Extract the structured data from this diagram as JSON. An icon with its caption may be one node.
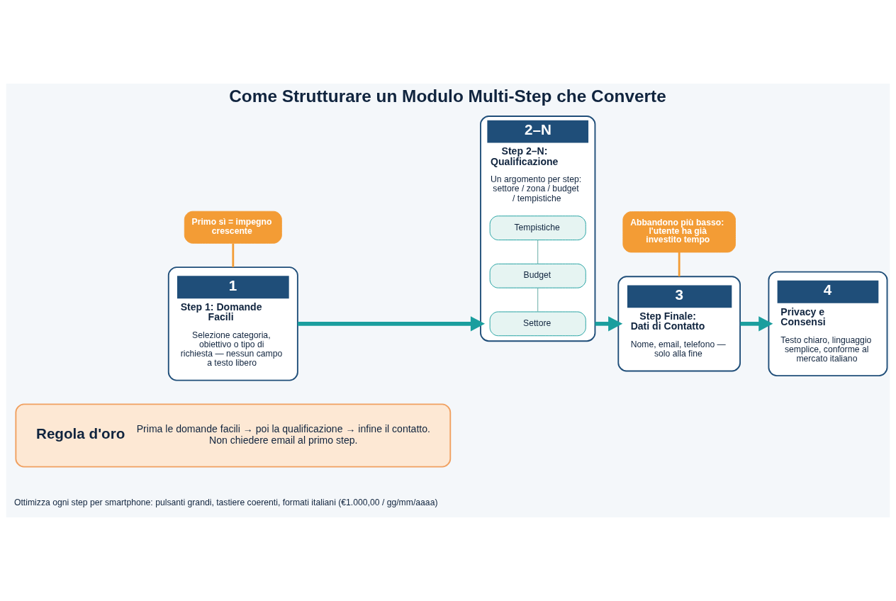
{
  "diagram": {
    "title": "Come Strutturare un Modulo Multi-Step che Converte",
    "caption": "Ottimizza ogni step per smartphone: pulsanti grandi, tastiere coerenti, formati italiani (€1.000,00 / gg/mm/aaaa)",
    "nodes": [
      {
        "text": [
          "1",
          "Step 1: Domande Facili",
          "Selezione categoria, obiettivo o tipo di richiesta — nessun campo a testo libero"
        ]
      },
      {
        "text": [
          "Primo sì = impegno crescente"
        ]
      },
      {
        "text": [
          "2–N",
          "Step 2–N: Qualificazione",
          "Un argomento per step: settore / zona / budget / tempistiche"
        ]
      },
      {
        "text": [
          "Settore"
        ],
        "in": 2
      },
      {
        "text": [
          "Budget"
        ],
        "in": 2
      },
      {
        "text": [
          "Tempistiche"
        ],
        "in": 2
      },
      {
        "text": [
          "3",
          "Step Finale: Dati di Contatto",
          "Nome, email, telefono — solo alla fine"
        ]
      },
      {
        "text": [
          "Abbandono più basso: l'utente ha già investito tempo"
        ]
      },
      {
        "text": [
          "4",
          "Privacy e Consensi",
          "Testo chiaro, linguaggio semplice, conforme al mercato italiano"
        ]
      },
      {
        "text": [
          "Regola d'oro",
          "Prima le domande facili → poi la qualificazione → infine il contatto. Non chiedere email al primo step."
        ]
      }
    ],
    "edges": [
      {
        "from": 0,
        "to": 2,
        "arrow": "to",
        "style": "thick",
        "color": "#1a9e9e"
      },
      {
        "from": 2,
        "to": 6,
        "arrow": "to",
        "style": "thick",
        "color": "#1a9e9e"
      },
      {
        "from": 6,
        "to": 8,
        "arrow": "to",
        "style": "thick",
        "color": "#1a9e9e"
      },
      {
        "from": 1,
        "to": 0,
        "arrow": "none",
        "color": "#f39c35"
      },
      {
        "from": 3,
        "to": 4,
        "arrow": "none",
        "color": "#5fa8a0"
      },
      {
        "from": 4,
        "to": 5,
        "arrow": "none",
        "color": "#5fa8a0"
      },
      {
        "from": 7,
        "to": 6,
        "arrow": "none",
        "color": "#f39c35"
      }
    ]
  }
}
